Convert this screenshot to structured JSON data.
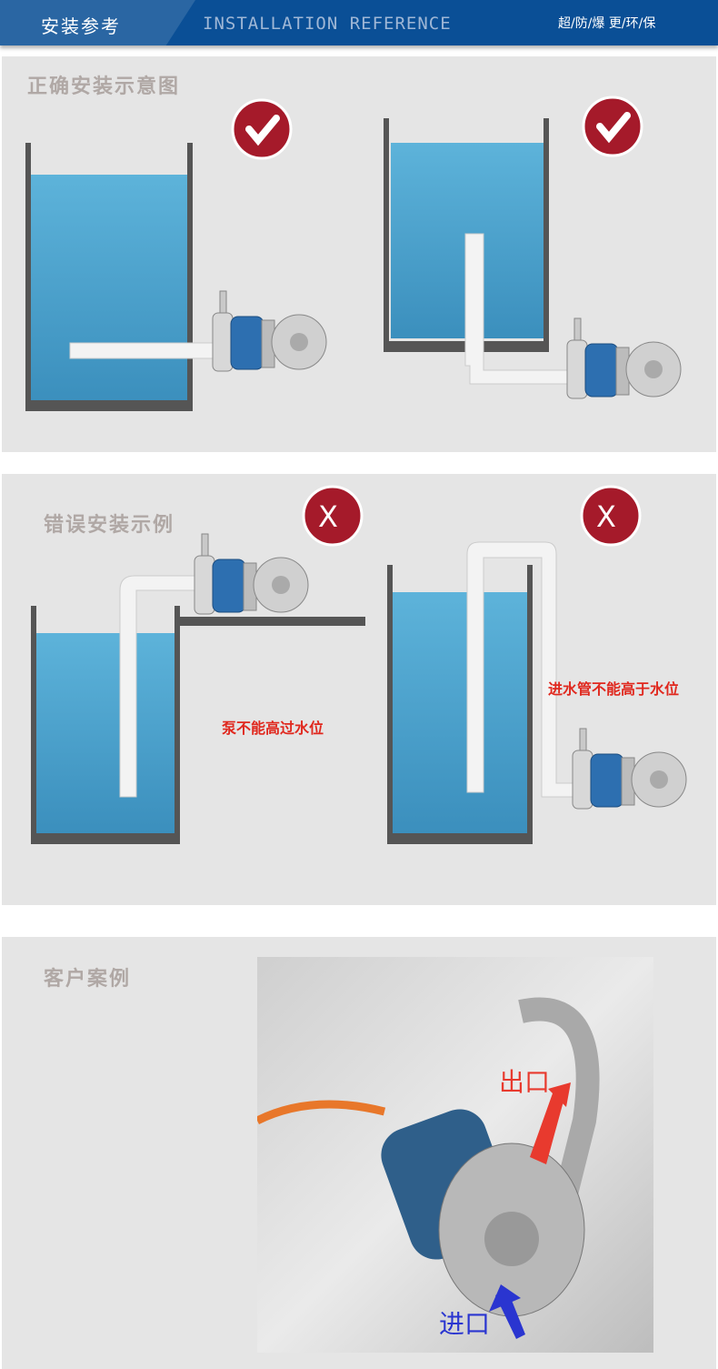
{
  "header": {
    "title": "安装参考",
    "subtitle": "INSTALLATION REFERENCE",
    "slogan": "超/防/爆 更/环/保"
  },
  "correct": {
    "title": "正确安装示意图",
    "marks": [
      "check-icon",
      "check-icon"
    ]
  },
  "wrong": {
    "title": "错误安装示例",
    "mark_label": "X",
    "notes": [
      "泵不能高过水位",
      "进水管不能高于水位"
    ]
  },
  "case": {
    "title": "客户案例",
    "outlet_label": "出口",
    "inlet_label": "进口"
  },
  "colors": {
    "header": "#0a4f96",
    "mark": "#a51a2a",
    "water": "#4fa8d2",
    "note": "#e0281e"
  }
}
